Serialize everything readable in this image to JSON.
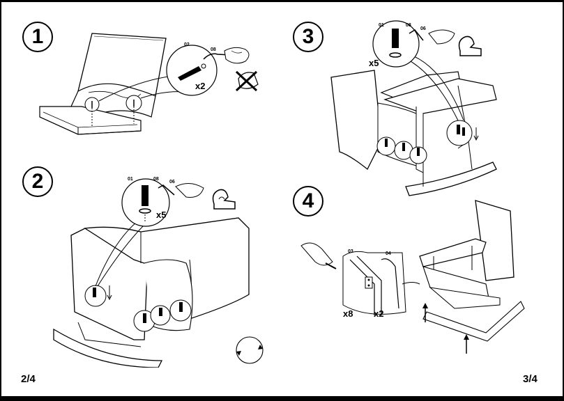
{
  "steps": [
    {
      "number": "1",
      "parts": [
        "02",
        "08"
      ],
      "quantity": "x2",
      "icon": "no-power-tool-icon"
    },
    {
      "number": "2",
      "parts": [
        "01",
        "08",
        "06"
      ],
      "quantity": "x5",
      "icon": "strength-arm-icon"
    },
    {
      "number": "3",
      "parts": [
        "01",
        "08",
        "06"
      ],
      "quantity": "x5",
      "icon": "strength-arm-icon"
    },
    {
      "number": "4",
      "parts": [
        "03",
        "04"
      ],
      "quantities": [
        "x8",
        "x2"
      ]
    }
  ],
  "page_numbers": {
    "left": "2/4",
    "right": "3/4"
  }
}
